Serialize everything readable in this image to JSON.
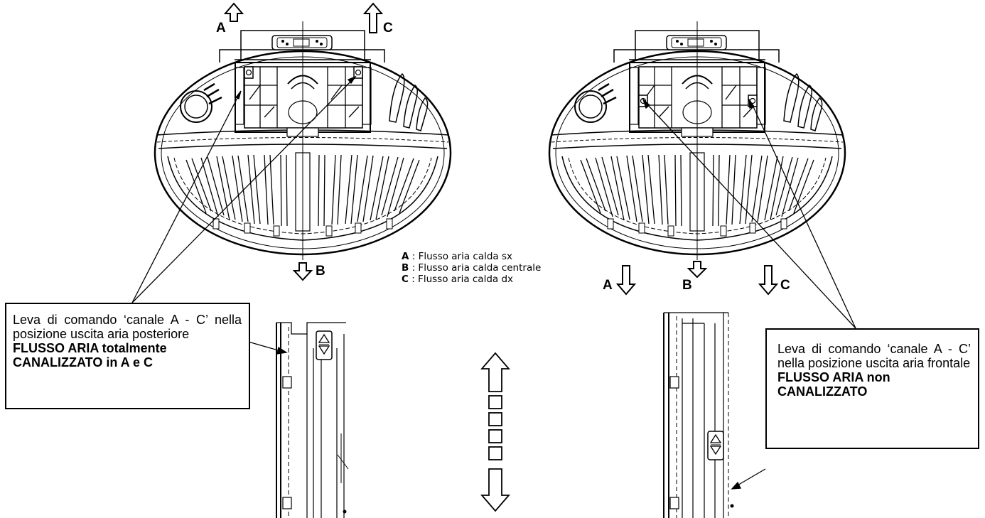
{
  "labels": {
    "top_left_a": "A",
    "top_left_c": "C",
    "bottom_left_b": "B",
    "bottom_right_a": "A",
    "bottom_right_b": "B",
    "bottom_right_c": "C"
  },
  "legend": [
    {
      "key": "A",
      "text": " : Flusso aria calda sx"
    },
    {
      "key": "B",
      "text": " : Flusso aria calda centrale"
    },
    {
      "key": "C",
      "text": " : Flusso aria calda dx"
    }
  ],
  "callout_left": {
    "text": "Leva di comando ‘canale A - C’ nella posizione uscita aria posteriore",
    "bold_1": "FLUSSO ARIA totalmente",
    "bold_2": "CANALIZZATO in A e C"
  },
  "callout_right": {
    "text": "Leva di comando ‘canale A - C’ nella posizione uscita aria frontale",
    "bold_1": "FLUSSO ARIA non",
    "bold_2": "CANALIZZATO"
  }
}
